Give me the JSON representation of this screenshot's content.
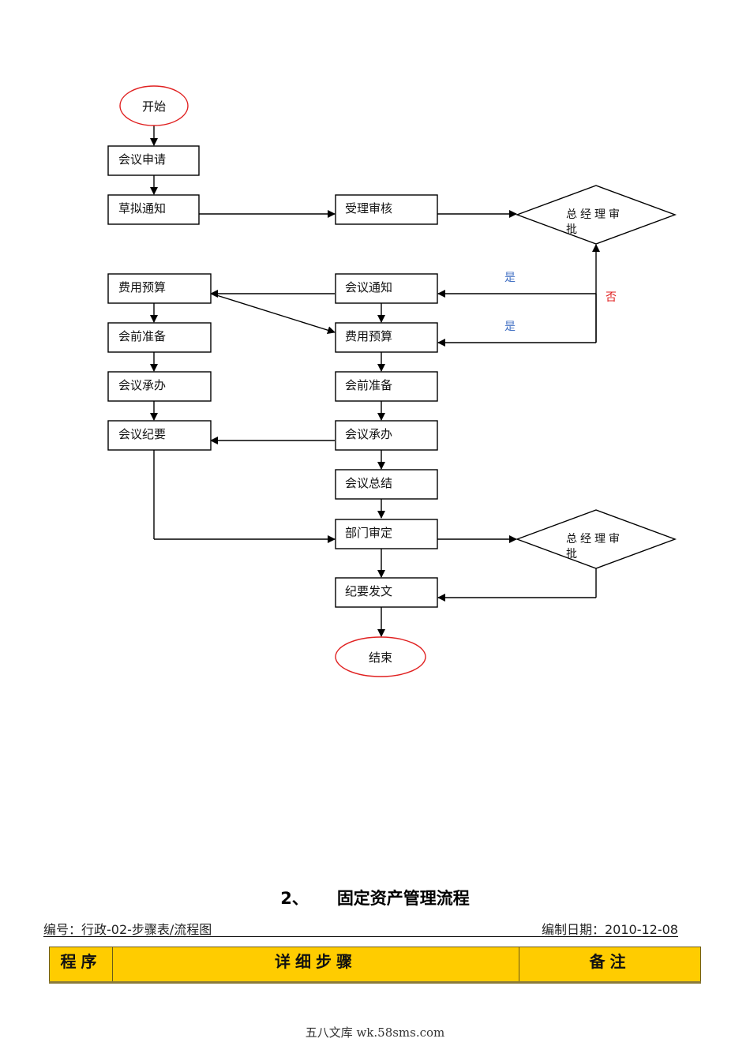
{
  "flowchart": {
    "start_label": "开始",
    "end_label": "结束",
    "nodes": {
      "apply": "会议申请",
      "draft_notice": "草拟通知",
      "review": "受理审核",
      "gm_approve_1": "总经理审批",
      "budget_left": "费用预算",
      "notice": "会议通知",
      "prep_left": "会前准备",
      "budget_right": "费用预算",
      "host_left": "会议承办",
      "prep_right": "会前准备",
      "minutes": "会议纪要",
      "host_right": "会议承办",
      "summary": "会议总结",
      "dept_review": "部门审定",
      "gm_approve_2": "总经理审批",
      "publish": "纪要发文"
    },
    "edge_labels": {
      "yes_1": "是",
      "yes_2": "是",
      "no": "否"
    },
    "colors": {
      "terminal_border": "#e02020",
      "yes_text": "#4472c4",
      "no_text": "#e02020"
    }
  },
  "section": {
    "number": "2、",
    "title": "固定资产管理流程"
  },
  "meta": {
    "code": "编号：行政-02-步骤表/流程图",
    "date": "编制日期：2010-12-08"
  },
  "table": {
    "headers": [
      "程序",
      "详细步骤",
      "备注"
    ],
    "header_bg": "#ffcc00"
  },
  "footer": {
    "text": "五八文库 wk.58sms.com"
  }
}
